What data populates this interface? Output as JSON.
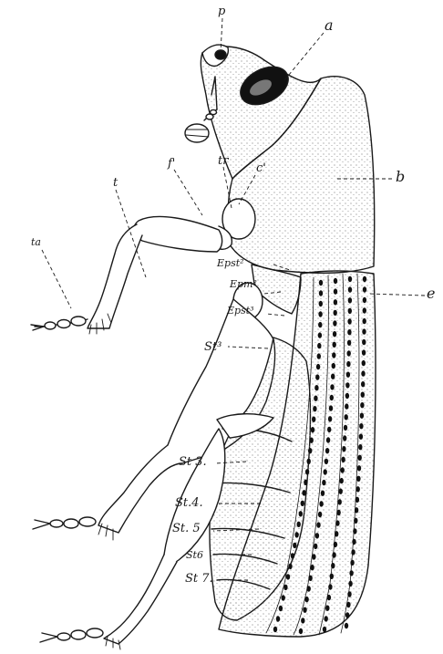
{
  "figure": {
    "subject": "weevil, lateral view",
    "labels": {
      "p": "p",
      "a": "a",
      "b": "b",
      "t": "t",
      "ta": "ta",
      "f1": "f'",
      "tr": "tr",
      "c1": "c'",
      "epst2": "Epst²",
      "epm2": "Epm²",
      "epst3": "Epst³",
      "e": "e",
      "st3_upper": "St³",
      "st3": "St 3.",
      "st4": "St.4.",
      "st5": "St. 5",
      "st6": "St6",
      "st7": "St 7."
    }
  }
}
